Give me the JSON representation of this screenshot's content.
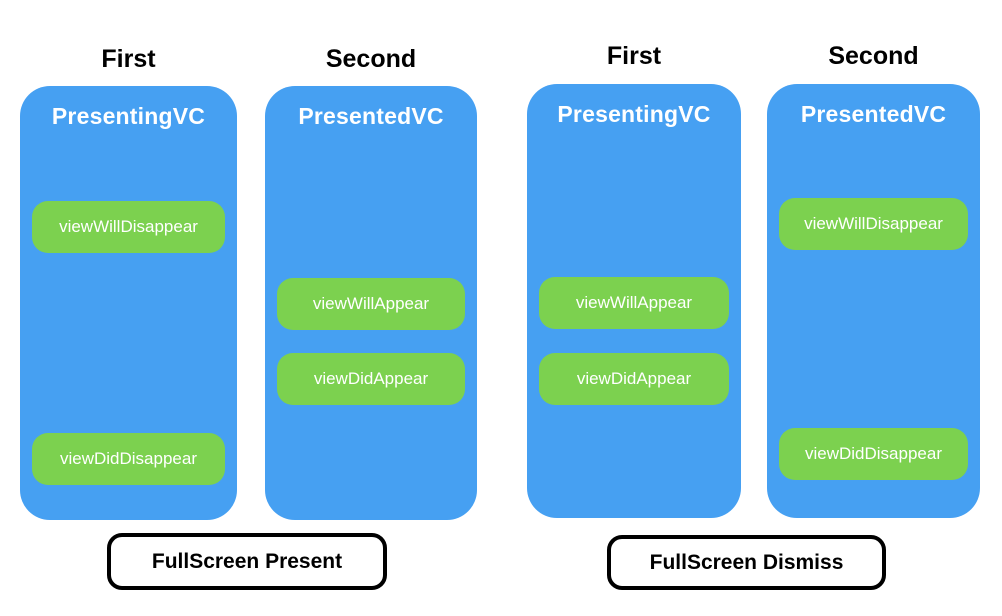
{
  "present": {
    "first_header": "First",
    "second_header": "Second",
    "presenting": {
      "title": "PresentingVC",
      "events": [
        "viewWillDisappear",
        "viewDidDisappear"
      ]
    },
    "presented": {
      "title": "PresentedVC",
      "events": [
        "viewWillAppear",
        "viewDidAppear"
      ]
    },
    "caption": "FullScreen Present"
  },
  "dismiss": {
    "first_header": "First",
    "second_header": "Second",
    "presenting": {
      "title": "PresentingVC",
      "events": [
        "viewWillAppear",
        "viewDidAppear"
      ]
    },
    "presented": {
      "title": "PresentedVC",
      "events": [
        "viewWillDisappear",
        "viewDidDisappear"
      ]
    },
    "caption": "FullScreen Dismiss"
  },
  "colors": {
    "card_blue": "#46A0F2",
    "event_green": "#7CD14F",
    "heading_text": "#000000",
    "card_text": "#FFFFFF",
    "caption_border": "#000000",
    "background": "#FFFFFF"
  }
}
